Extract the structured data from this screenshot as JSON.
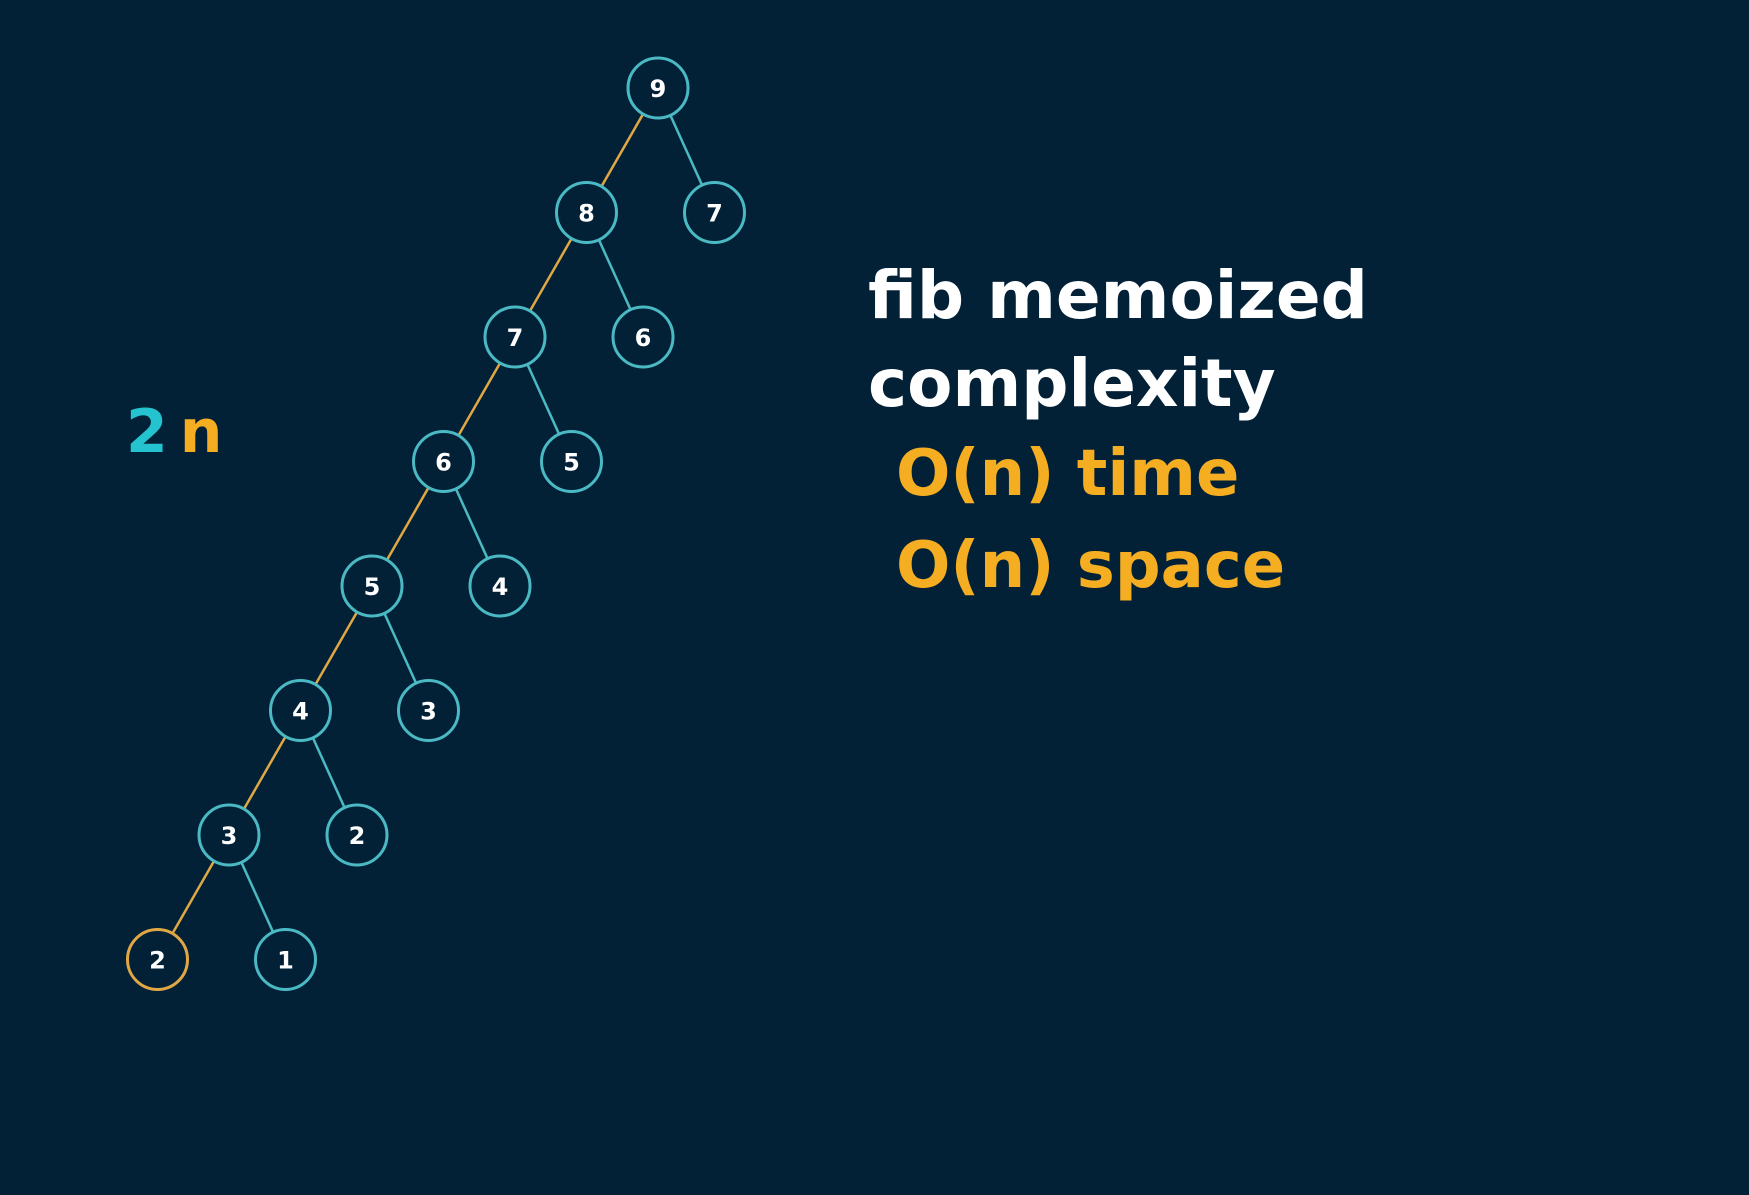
{
  "colors": {
    "background": "#022036",
    "node_stroke": "#4ab9c4",
    "edge": "#4ab9c4",
    "highlight": "#e0a844",
    "text": "#ffffff",
    "accent_teal": "#25c3cf",
    "accent_orange": "#f5ad21"
  },
  "side_label": {
    "coefficient": "2",
    "variable": "n"
  },
  "text": {
    "title_line1": "fib memoized",
    "title_line2": "complexity",
    "time": "O(n) time",
    "space": "O(n) space"
  },
  "tree": {
    "nodes": [
      {
        "id": "n9",
        "label": "9",
        "parent": null,
        "highlight": false
      },
      {
        "id": "n8",
        "label": "8",
        "parent": "n9",
        "highlight": false
      },
      {
        "id": "r7",
        "label": "7",
        "parent": "n9",
        "highlight": false
      },
      {
        "id": "n7",
        "label": "7",
        "parent": "n8",
        "highlight": false
      },
      {
        "id": "r6",
        "label": "6",
        "parent": "n8",
        "highlight": false
      },
      {
        "id": "n6",
        "label": "6",
        "parent": "n7",
        "highlight": false
      },
      {
        "id": "r5",
        "label": "5",
        "parent": "n7",
        "highlight": false
      },
      {
        "id": "n5",
        "label": "5",
        "parent": "n6",
        "highlight": false
      },
      {
        "id": "r4",
        "label": "4",
        "parent": "n6",
        "highlight": false
      },
      {
        "id": "n4",
        "label": "4",
        "parent": "n5",
        "highlight": false
      },
      {
        "id": "r3",
        "label": "3",
        "parent": "n5",
        "highlight": false
      },
      {
        "id": "n3",
        "label": "3",
        "parent": "n4",
        "highlight": false
      },
      {
        "id": "r2",
        "label": "2",
        "parent": "n4",
        "highlight": false
      },
      {
        "id": "n2",
        "label": "2",
        "parent": "n3",
        "highlight": true
      },
      {
        "id": "r1",
        "label": "1",
        "parent": "n3",
        "highlight": false
      }
    ],
    "highlighted_path": [
      "n9",
      "n8",
      "n7",
      "n6",
      "n5",
      "n4",
      "n3",
      "n2"
    ]
  }
}
